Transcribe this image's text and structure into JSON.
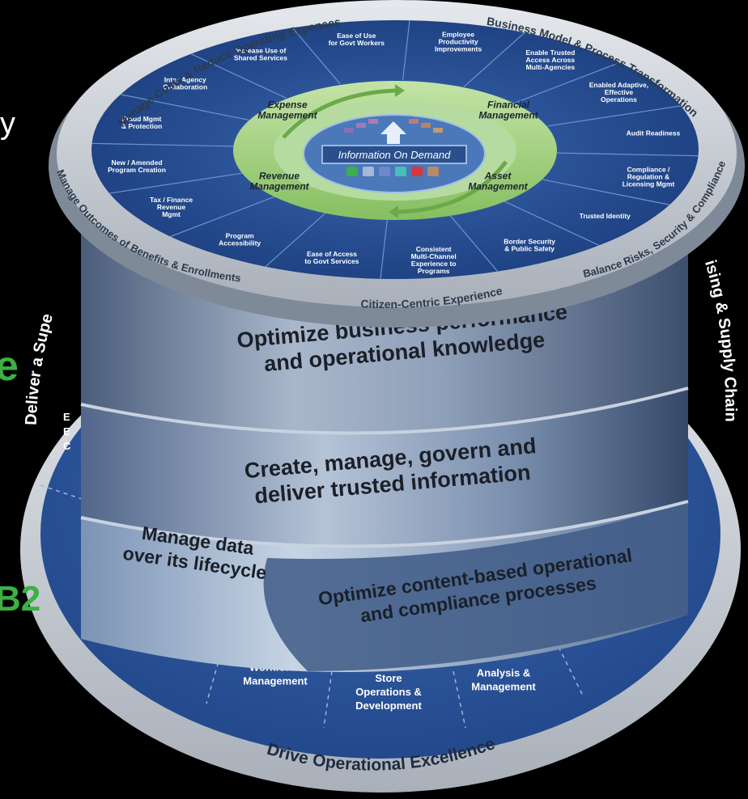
{
  "base_ring": {
    "outer_label": "Drive Operational Excellence",
    "left_label": "Deliver a Supe",
    "right_label": "ising & Supply Chain",
    "segments": [
      {
        "id": "workforce",
        "label": "Workforce\nManagement"
      },
      {
        "id": "store",
        "label": "Store\nOperations &\nDevelopment"
      },
      {
        "id": "analysis",
        "label": "Analysis &\nManagement"
      }
    ],
    "partial_left": [
      "E",
      "E",
      "C"
    ]
  },
  "top_disc": {
    "outer_labels": {
      "top_left": "Manage Costs & Reduce Operating Expenses",
      "top_right": "Business Model & Process Transformation",
      "left": "Manage Outcomes of Benefits & Enrollments",
      "right": "Balance Risks, Security & Compliance",
      "bottom": "Citizen-Centric Experience"
    },
    "wedges": [
      {
        "label": "Employee\nProductivity\nImprovements"
      },
      {
        "label": "Enable Trusted\nAccess Across\nMulti-Agencies"
      },
      {
        "label": "Enabled Adaptive,\nEffective\nOperations"
      },
      {
        "label": "Audit Readiness"
      },
      {
        "label": "Compliance /\nRegulation &\nLicensing Mgmt"
      },
      {
        "label": "Trusted Identity"
      },
      {
        "label": "Border Security\n& Public Safety"
      },
      {
        "label": "Consistent\nMulti-Channel\nExperience to\nPrograms"
      },
      {
        "label": "Ease of Access\nto Govt Services"
      },
      {
        "label": "Program\nAccessibility"
      },
      {
        "label": "Tax / Finance\nRevenue\nMgmt"
      },
      {
        "label": "New / Amended\nProgram Creation"
      },
      {
        "label": "Fraud Mgmt\n& Protection"
      },
      {
        "label": "Inter-Agency\nCollaboration"
      },
      {
        "label": "Increase Use of\nShared Services"
      },
      {
        "label": "Ease of Use\nfor Govt Workers"
      }
    ],
    "inner_ring": {
      "top_left": "Expense\nManagement",
      "top_right": "Financial\nManagement",
      "bottom_left": "Revenue\nManagement",
      "bottom_right": "Asset\nManagement"
    },
    "center_label": "Information On Demand"
  },
  "layers": {
    "layer1": "Optimize business performance\nand operational knowledge",
    "layer2": "Create, manage, govern and\ndeliver trusted information",
    "layer3_left": "Manage data\nover its lifecycle",
    "layer3_right": "Optimize content-based operational\nand compliance processes"
  },
  "left_fragments": {
    "frag1": "y",
    "frag2": "e",
    "frag3": "B2"
  },
  "colors": {
    "disc_blue": "#2f5597",
    "ring_gray": "#c9ced4",
    "green_ring": "#9ccc7a",
    "layer_top": "#6c7f9c",
    "layer_mid": "#7a8dab",
    "layer_light": "#9db3cf",
    "green_text": "#3cb043"
  }
}
